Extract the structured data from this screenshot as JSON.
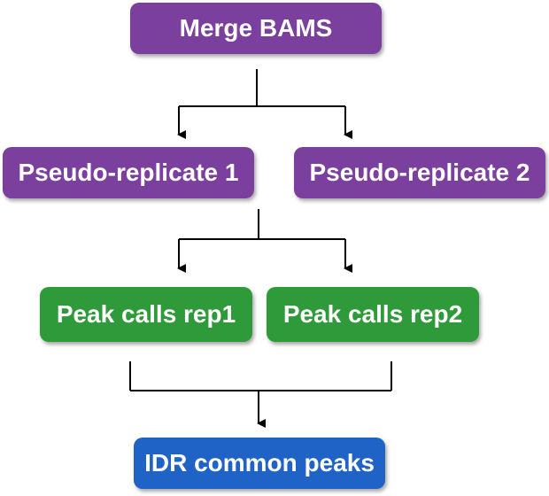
{
  "diagram": {
    "nodes": {
      "merge": "Merge BAMS",
      "pseudo_rep_1": "Pseudo-replicate 1",
      "pseudo_rep_2": "Pseudo-replicate 2",
      "peak_rep1": "Peak calls rep1",
      "peak_rep2": "Peak calls rep2",
      "idr": "IDR common peaks"
    },
    "edges": [
      {
        "from": "merge",
        "to": "pseudo_rep_1"
      },
      {
        "from": "merge",
        "to": "pseudo_rep_2"
      },
      {
        "from": "pseudo_rep_1",
        "to": "peak_rep1"
      },
      {
        "from": "pseudo_rep_1",
        "to": "peak_rep2"
      },
      {
        "from": "peak_rep1",
        "to": "idr"
      },
      {
        "from": "peak_rep2",
        "to": "idr"
      }
    ],
    "colors": {
      "purple": "#7b3f9e",
      "green": "#2f9a3a",
      "blue": "#1f63c6",
      "connector": "#000000"
    }
  }
}
